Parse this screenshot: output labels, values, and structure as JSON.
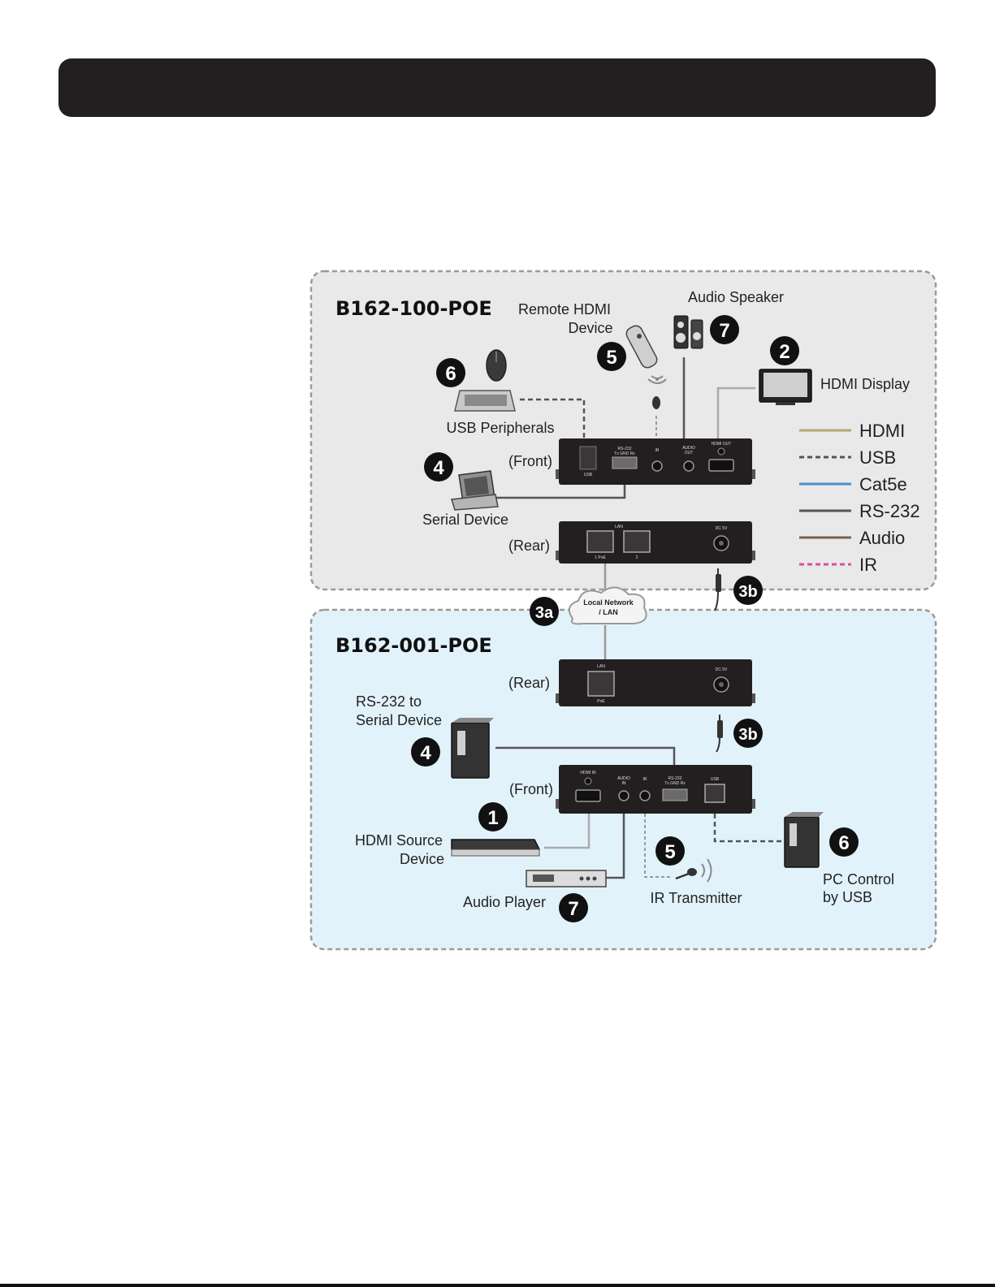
{
  "top_unit": {
    "model": "B162-100-POE",
    "front_label": "(Front)",
    "rear_label": "(Rear)",
    "devices": {
      "remote_hdmi": [
        "Remote HDMI",
        "Device"
      ],
      "audio_speaker": "Audio Speaker",
      "hdmi_display": "HDMI Display",
      "usb_peripherals": "USB Peripherals",
      "serial_device": "Serial Device"
    },
    "ports_front": {
      "usb": "USB",
      "rs232": "RS-232",
      "rs232_sub": "Tx GND Rx",
      "ir": "IR",
      "audio_out": [
        "AUDIO",
        "OUT"
      ],
      "hdmi_out": "HDMI OUT"
    },
    "ports_rear": {
      "lan": "LAN",
      "lan1": "1 PoE",
      "lan2": "2",
      "power": "DC 5V"
    }
  },
  "bottom_unit": {
    "model": "B162-001-POE",
    "front_label": "(Front)",
    "rear_label": "(Rear)",
    "devices": {
      "rs232_serial": [
        "RS-232 to",
        "Serial Device"
      ],
      "hdmi_source": [
        "HDMI Source",
        "Device"
      ],
      "audio_player": "Audio Player",
      "ir_transmitter": "IR Transmitter",
      "pc_control": [
        "PC Control",
        "by USB"
      ]
    },
    "ports_front": {
      "hdmi_in": "HDMI IN",
      "audio_in": [
        "AUDIO",
        "IN"
      ],
      "ir": "IR",
      "rs232": "RS-232",
      "rs232_sub": "Tx GND Rx",
      "usb": "USB"
    },
    "ports_rear": {
      "lan": "LAN",
      "lan1": "PoE",
      "power": "DC 5V"
    }
  },
  "network": {
    "cloud": [
      "Local Network",
      "/ LAN"
    ]
  },
  "badges": {
    "b1": "1",
    "b2": "2",
    "b3a": "3a",
    "b3b": "3b",
    "b4": "4",
    "b5": "5",
    "b6": "6",
    "b7": "7"
  },
  "legend": [
    {
      "label": "HDMI",
      "color": "#b8a27a",
      "style": "solid"
    },
    {
      "label": "USB",
      "color": "#555555",
      "style": "dashed"
    },
    {
      "label": "Cat5e",
      "color": "#4a90c8",
      "style": "solid"
    },
    {
      "label": "RS-232",
      "color": "#555555",
      "style": "solid"
    },
    {
      "label": "Audio",
      "color": "#7a6048",
      "style": "solid"
    },
    {
      "label": "IR",
      "color": "#d94f9e",
      "style": "dashed"
    }
  ],
  "colors": {
    "top_panel": "#e9e9ea",
    "bottom_panel": "#e2f2fb",
    "unit_body": "#231f20",
    "badge": "#111111"
  }
}
